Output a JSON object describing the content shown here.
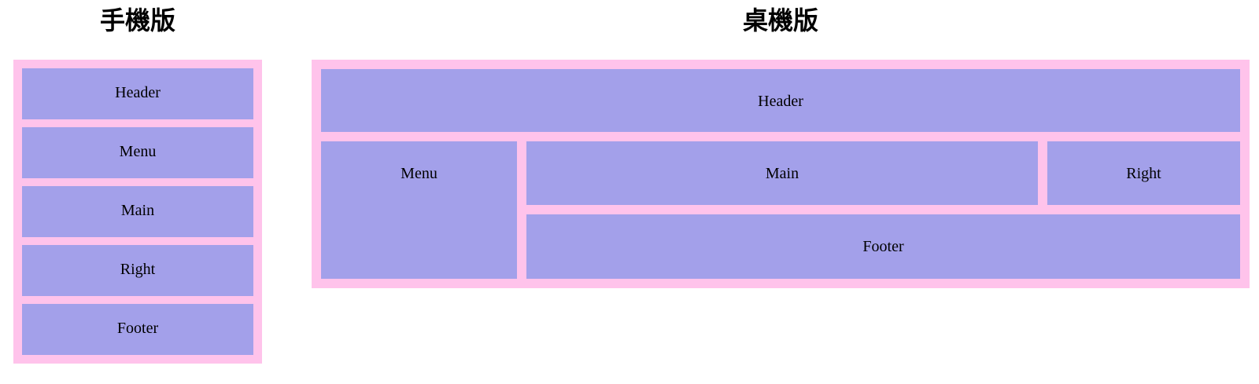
{
  "mobile": {
    "title": "手機版",
    "boxes": [
      {
        "label": "Header"
      },
      {
        "label": "Menu"
      },
      {
        "label": "Main"
      },
      {
        "label": "Right"
      },
      {
        "label": "Footer"
      }
    ]
  },
  "desktop": {
    "title": "桌機版",
    "boxes": {
      "header": "Header",
      "menu": "Menu",
      "main": "Main",
      "right": "Right",
      "footer": "Footer"
    }
  },
  "colors": {
    "container_bg": "#ffc3eb",
    "box_bg": "#a3a0ea",
    "label_text": "#000000",
    "title_text": "#000000",
    "page_bg": "#ffffff"
  }
}
